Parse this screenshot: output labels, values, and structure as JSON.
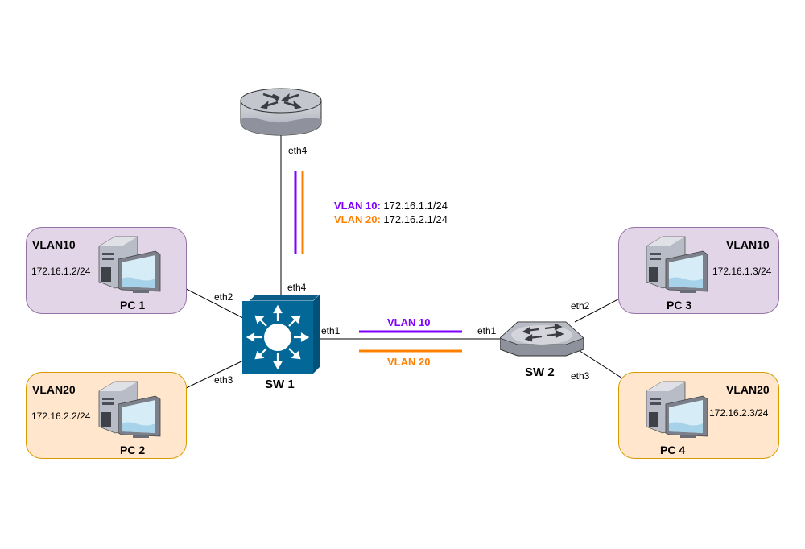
{
  "colors": {
    "vlan10": "#7f00ff",
    "vlan20": "#ff8000",
    "vlan10_group_fill": "#e1d5e7",
    "vlan10_group_border": "#9673a6",
    "vlan20_group_fill": "#ffe6cc",
    "vlan20_group_border": "#d79b00",
    "switch_l3": "#036897",
    "link": "#000000"
  },
  "router": {
    "icon": "router-icon",
    "port": "eth4",
    "subinterfaces": [
      {
        "vlan_label": "VLAN 10:",
        "ip": "172.16.1.1/24"
      },
      {
        "vlan_label": "VLAN 20:",
        "ip": "172.16.2.1/24"
      }
    ]
  },
  "sw1": {
    "name": "SW 1",
    "icon": "layer3-switch-icon",
    "ports": {
      "up": "eth4",
      "trunk": "eth1",
      "pc1": "eth2",
      "pc2": "eth3"
    }
  },
  "sw2": {
    "name": "SW 2",
    "icon": "layer2-switch-icon",
    "ports": {
      "trunk": "eth1",
      "pc3": "eth2",
      "pc4": "eth3"
    }
  },
  "trunk": {
    "vlans": [
      {
        "label": "VLAN 10"
      },
      {
        "label": "VLAN 20"
      }
    ]
  },
  "hosts": [
    {
      "name": "PC 1",
      "vlan": "VLAN10",
      "ip": "172.16.1.2/24",
      "icon": "pc-icon"
    },
    {
      "name": "PC 2",
      "vlan": "VLAN20",
      "ip": "172.16.2.2/24",
      "icon": "pc-icon"
    },
    {
      "name": "PC 3",
      "vlan": "VLAN10",
      "ip": "172.16.1.3/24",
      "icon": "pc-icon"
    },
    {
      "name": "PC 4",
      "vlan": "VLAN20",
      "ip": "172.16.2.3/24",
      "icon": "pc-icon"
    }
  ]
}
